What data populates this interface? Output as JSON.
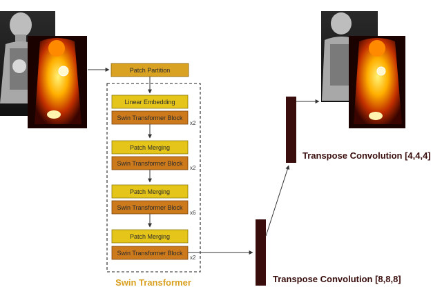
{
  "encoder": {
    "patch_partition": "Patch Partition",
    "group_label": "Swin Transformer",
    "stages": [
      {
        "top": "Linear Embedding",
        "block": "Swin Transformer Block",
        "repeat": "x2"
      },
      {
        "top": "Patch Merging",
        "block": "Swin Transformer Block",
        "repeat": "x2"
      },
      {
        "top": "Patch Merging",
        "block": "Swin Transformer Block",
        "repeat": "x6"
      },
      {
        "top": "Patch Merging",
        "block": "Swin Transformer Block",
        "repeat": "x2"
      }
    ]
  },
  "decoder": {
    "upper_label": "Transpose Convolution [4,4,4]",
    "lower_label": "Transpose Convolution [8,8,8]"
  },
  "images": {
    "input_description": "CT and PET coronal slices (input)",
    "output_description": "CT and PET coronal slices (output)"
  },
  "colors": {
    "patch_box": "#d9a223",
    "embed_box": "#e5c51a",
    "block_box": "#cc7a1c",
    "deconv_bar": "#3a0d0d",
    "group_label": "#d9a020",
    "decoder_label": "#3a0d0d",
    "arrow": "#333333"
  }
}
